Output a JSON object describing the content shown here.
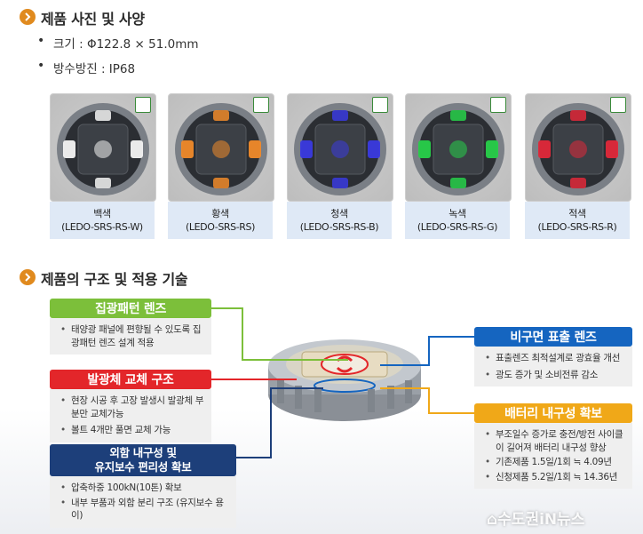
{
  "section1": {
    "title": "제품 사진 및 사양",
    "specs": [
      "크기 : Φ122.8 × 51.0mm",
      "방수방진 : IP68"
    ]
  },
  "products": [
    {
      "color_name": "백색",
      "model": "(LEDO-SRS-RS-W)",
      "glow": "#f4f4f4"
    },
    {
      "color_name": "황색",
      "model": "(LEDO-SRS-RS)",
      "glow": "#f08a2a"
    },
    {
      "color_name": "청색",
      "model": "(LEDO-SRS-RS-B)",
      "glow": "#3a3ae0"
    },
    {
      "color_name": "녹색",
      "model": "(LEDO-SRS-RS-G)",
      "glow": "#27d04a"
    },
    {
      "color_name": "적색",
      "model": "(LEDO-SRS-RS-R)",
      "glow": "#e0283a"
    }
  ],
  "section2": {
    "title": "제품의 구조 및 적용 기술"
  },
  "features": {
    "solar_lens": {
      "title": "집광패턴 렌즈",
      "color": "#7cbf3a",
      "items": [
        "태양광 패널에 편향될 수 있도록 집광패턴 렌즈 설계 적용"
      ]
    },
    "emitter": {
      "title": "발광체 교체 구조",
      "color": "#e3262a",
      "items": [
        "현장 시공 후 고장 발생시 발광체 부분만 교체가능",
        "볼트 4개만 풀면 교체 가능"
      ]
    },
    "durability": {
      "title_line1": "외함 내구성 및",
      "title_line2": "유지보수 편리성 확보",
      "color": "#1d3f7a",
      "items": [
        "압축하중 100kN(10톤) 확보",
        "내부 부품과 외함 분리 구조 (유지보수 용이)"
      ]
    },
    "aspheric_lens": {
      "title": "비구면 표출 렌즈",
      "color": "#1565c0",
      "items": [
        "표출렌즈 최적설계로 광효율 개선",
        "광도 증가 및 소비전류 감소"
      ]
    },
    "battery": {
      "title": "배터리 내구성 확보",
      "color": "#f0a818",
      "items": [
        "부조일수 증가로 충전/방전 사이클이 길어져 배터리 내구성 향상",
        "기존제품 1.5일/1회 ≒ 4.09년",
        "신청제품 5.2일/1회 ≒ 14.36년"
      ]
    }
  },
  "watermark": "수도권iN뉴스"
}
